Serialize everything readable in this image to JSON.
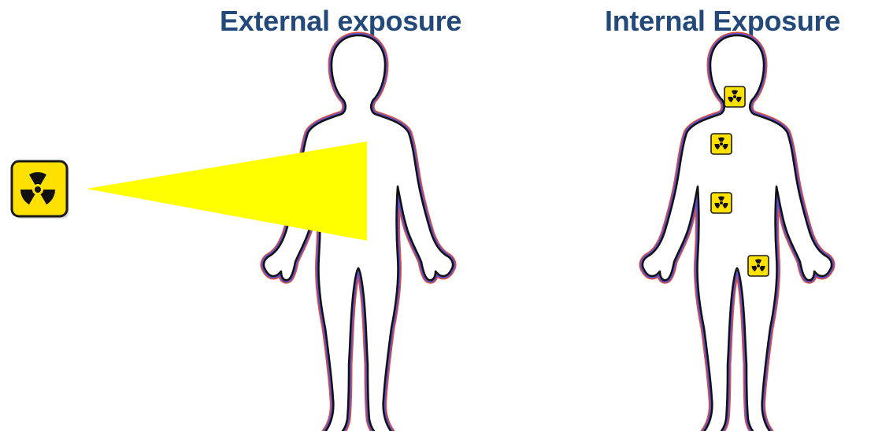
{
  "panels": {
    "external": {
      "title": "External exposure"
    },
    "internal": {
      "title": "Internal Exposure"
    }
  },
  "icons": {
    "radiation_symbol": "radiation-trefoil-icon",
    "body_outline": "human-body-silhouette"
  },
  "colors": {
    "title": "#23497a",
    "beam": "#ffff00",
    "badge_fill": "#ffe100",
    "trefoil": "#111111",
    "body_fill": "#ffffff",
    "body_outline_dark": "#111111",
    "body_outline_blue": "#5a4fcf",
    "body_outline_red": "#e0503c"
  }
}
